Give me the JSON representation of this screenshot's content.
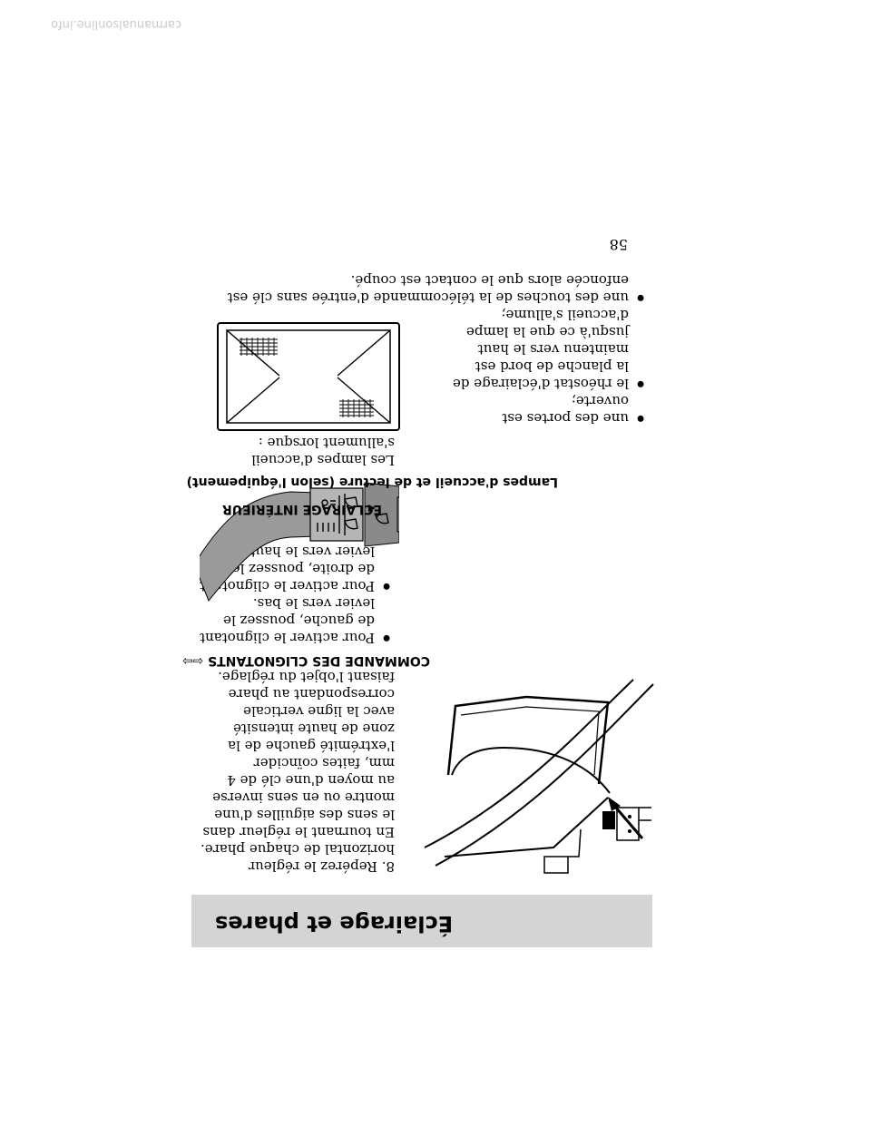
{
  "header": {
    "title": "Éclairage et phares"
  },
  "headlamp_adjust": {
    "step": "8. Repérez le régleur horizontal de chaque phare. En tournant le régleur dans le sens des aiguilles d'une montre ou en sens inverse au moyen d'une clé de 4 mm, faites coïncider l'extrémité gauche de la zone de haute intensité avec la ligne verticale correspondant au phare faisant l'objet du réglage."
  },
  "turn_signals": {
    "heading": "COMMANDE DES CLIGNOTANTS",
    "icons": [
      "left-arrow-outline-icon",
      "right-arrow-outline-icon"
    ],
    "items": [
      "Pour activer le clignotant de gauche, poussez le levier vers le bas.",
      "Pour activer le clignotant de droite, poussez le levier vers le haut."
    ]
  },
  "interior_lighting": {
    "heading": "ÉCLAIRAGE INTÉRIEUR",
    "subheading": "Lampes d'accueil et de lecture (selon l'équipement)",
    "intro": "Les lampes d'accueil s'allument lorsque :",
    "items": [
      "une des portes est ouverte;",
      "le rhéostat d'éclairage de la planche de bord est maintenu vers le haut jusqu'à ce que la lampe d'accueil s'allume;",
      "une des touches de la télécommande d'entrée sans clé est enfoncée alors que le contact est coupé."
    ]
  },
  "page_number": "58",
  "footer": "carmanualsonline.info",
  "colors": {
    "band": "#d4d4d4",
    "footer": "#c9c9c9"
  }
}
